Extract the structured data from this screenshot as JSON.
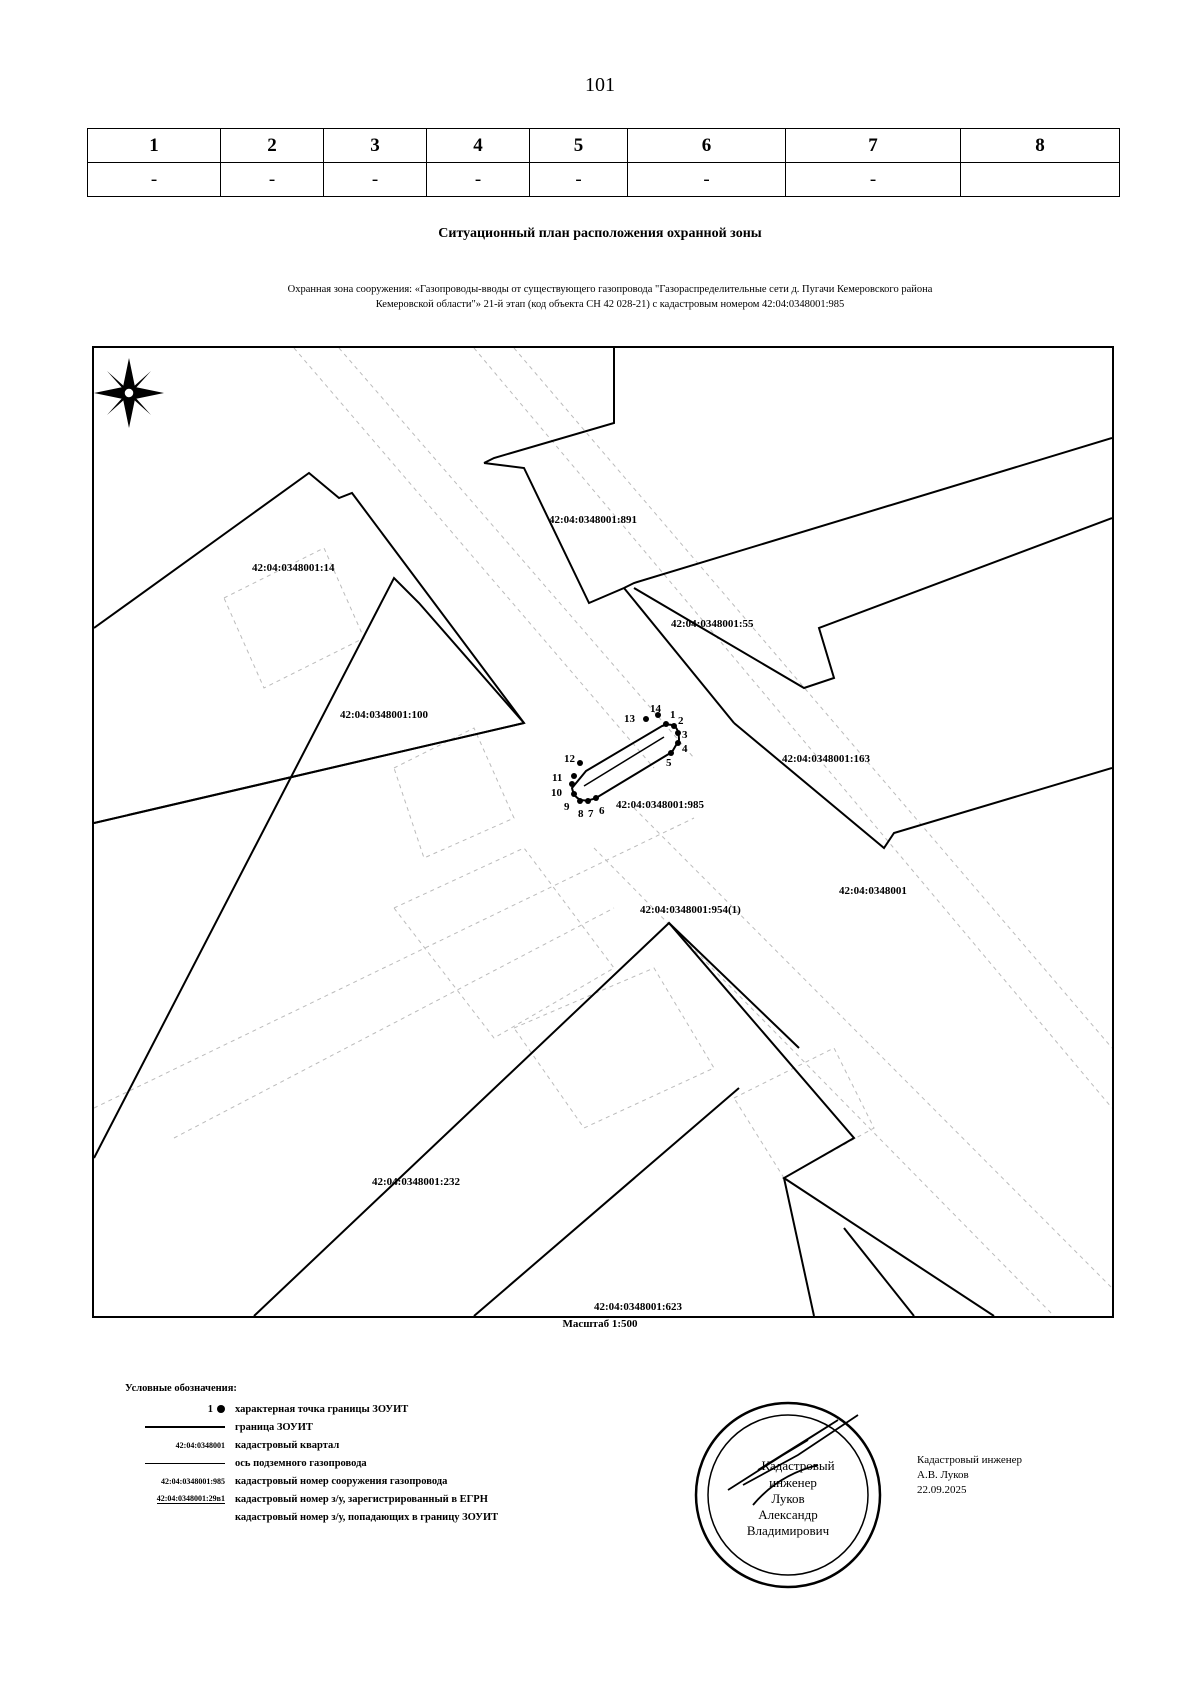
{
  "page_number": "101",
  "header_table": {
    "columns": [
      "1",
      "2",
      "3",
      "4",
      "5",
      "6",
      "7",
      "8"
    ],
    "row": [
      "-",
      "-",
      "-",
      "-",
      "-",
      "-",
      "-",
      ""
    ]
  },
  "title": "Ситуационный план расположения охранной зоны",
  "subtitle_line1": "Охранная зона сооружения: «Газопроводы-вводы от существующего газопровода \"Газораспределительные сети д. Пугачи Кемеровского района",
  "subtitle_line2": "Кемеровской области\"» 21-й этап (код объекта СН 42 028-21) с кадастровым номером 42:04:0348001:985",
  "map": {
    "parcels": {
      "p891": "42:04:0348001:891",
      "p14": "42:04:0348001:14",
      "p55": "42:04:0348001:55",
      "p100": "42:04:0348001:100",
      "p163": "42:04:0348001:163",
      "p985": "42:04:0348001:985",
      "p954": "42:04:0348001:954(1)",
      "quarter": "42:04:0348001",
      "p232": "42:04:0348001:232",
      "p623": "42:04:0348001:623"
    },
    "points": [
      "1",
      "2",
      "3",
      "4",
      "5",
      "6",
      "7",
      "8",
      "9",
      "10",
      "11",
      "12",
      "13",
      "14"
    ]
  },
  "scale": "Масштаб 1:500",
  "legend": {
    "heading": "Условные обозначения:",
    "point_number": "1",
    "items": [
      "характерная точка границы ЗОУИТ",
      "граница ЗОУИТ",
      "кадастровый квартал",
      "ось подземного газопровода",
      "кадастровый номер сооружения газопровода",
      "кадастровый номер з/у, зарегистрированный в ЕГРН",
      "кадастровый номер з/у, попадающих в границу ЗОУИТ"
    ],
    "sample_quarter": "42:04:0348001",
    "sample_structure": "42:04:0348001:985",
    "sample_parcel": "42:04:0348001:29в1"
  },
  "stamp": {
    "line1": "Кадастровый",
    "line2": "инженер",
    "line3": "Луков",
    "line4": "Александр",
    "line5": "Владимирович"
  },
  "signer": {
    "role": "Кадастровый инженер",
    "name": "А.В. Луков",
    "date": "22.09.2025"
  }
}
